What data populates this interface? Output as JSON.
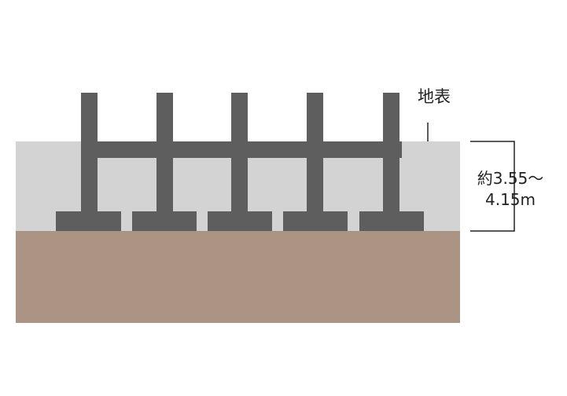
{
  "labels": {
    "ground_surface": "地表",
    "depth_line1": "約3.55～",
    "depth_line2": "4.15m"
  },
  "colors": {
    "soil_layer": "#ab9483",
    "fill_layer": "#d3d3d3",
    "foundation": "#5e5e5e",
    "dimension_line": "#222222"
  }
}
